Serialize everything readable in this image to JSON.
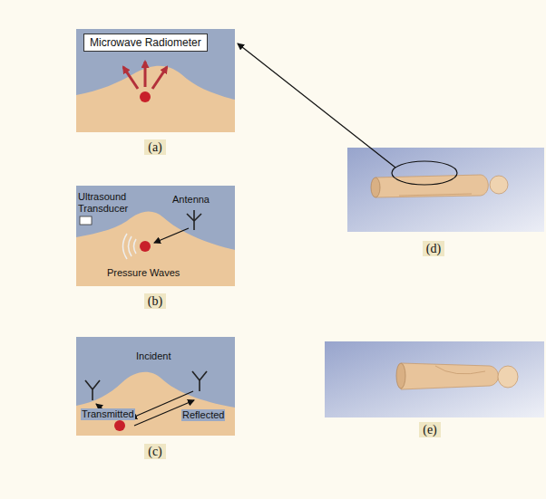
{
  "diagram": {
    "nodes": [
      {
        "text": [
          "Microwave Radiometer"
        ]
      }
    ],
    "labels": [
      "(a)",
      "Ultrasound Transducer",
      "Antenna",
      "Pressure Waves",
      "(b)",
      "Incident",
      "Transmitted",
      "Reflected",
      "(c)",
      "(d)",
      "(e)"
    ]
  }
}
